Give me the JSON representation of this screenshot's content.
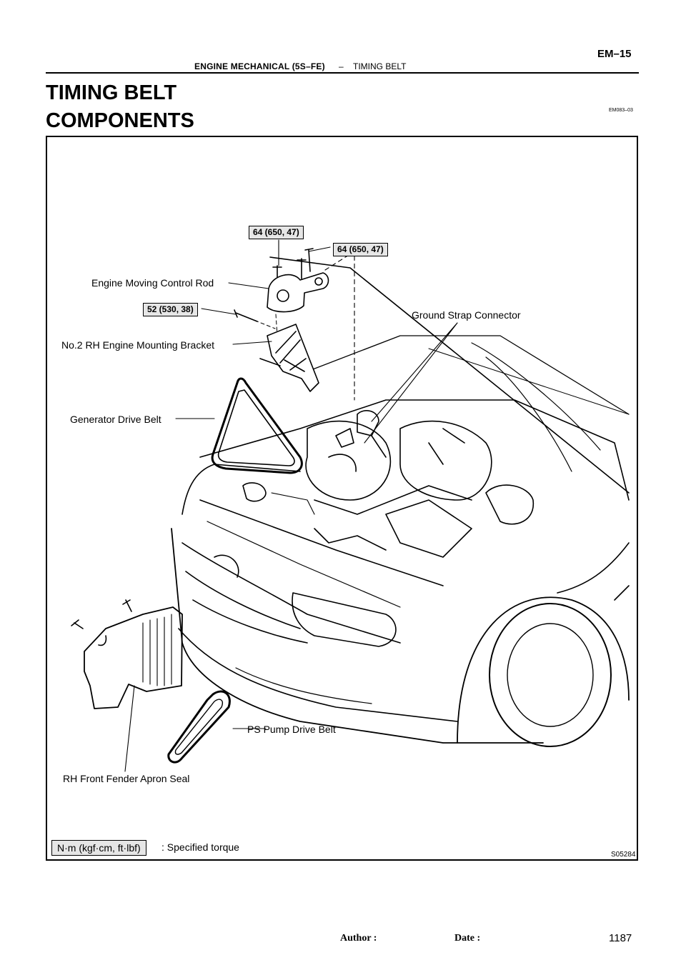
{
  "header": {
    "section": "ENGINE MECHANICAL (5S–FE)",
    "dash": "–",
    "subsection": "TIMING BELT",
    "page_code": "EM–15"
  },
  "title": "TIMING BELT",
  "subtitle": "COMPONENTS",
  "doc_code": "EM083–03",
  "figure": {
    "id": "S05284",
    "labels": {
      "engine_moving_control_rod": "Engine Moving Control Rod",
      "mounting_bracket": "No.2 RH Engine Mounting Bracket",
      "generator_drive_belt": "Generator Drive Belt",
      "ground_strap_connector": "Ground Strap Connector",
      "ps_pump_drive_belt": "PS Pump Drive Belt",
      "fender_apron_seal": "RH Front Fender Apron Seal"
    },
    "torques": {
      "t1": "64 (650, 47)",
      "t2": "64 (650, 47)",
      "t3": "52 (530, 38)"
    },
    "legend": {
      "unit": "N·m (kgf·cm, ft·lbf)",
      "text": ": Specified torque"
    }
  },
  "footer": {
    "author": "Author :",
    "date": "Date :",
    "page": "1187"
  }
}
